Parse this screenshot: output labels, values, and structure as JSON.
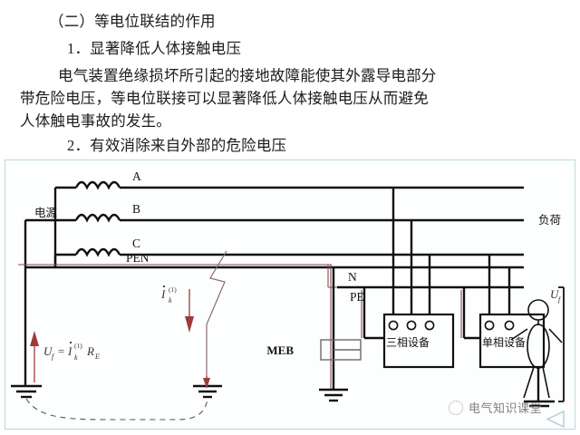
{
  "document": {
    "section_heading": "（二）等电位联结的作用",
    "point_1_heading": "1．显著降低人体接触电压",
    "body_lines": [
      "电气装置绝缘损坏所引起的接地故障能使其外露导电部分",
      "带危险电压，等电位联接可以显著降低人体接触电压从而避免",
      "人体触电事故的发生。"
    ],
    "point_2_heading": "2．有效消除来自外部的危险电压"
  },
  "diagram": {
    "source_label": "电源",
    "phase_labels": [
      "A",
      "B",
      "C"
    ],
    "pen_label": "PEN",
    "n_label": "N",
    "pe_label": "PE",
    "load_label": "负荷",
    "meb_label": "MEB",
    "three_phase_equipment": "三相设备",
    "single_phase_equipment": "单相设备",
    "touch_voltage_label": "U",
    "touch_voltage_sub": "f",
    "fault_current_label": "I",
    "fault_current_sub": "k",
    "fault_current_sup": "(1)",
    "formula": {
      "u": "U",
      "u_sub": "f",
      "equals": "=",
      "i": "I",
      "i_sub": "k",
      "i_sup": "(1)",
      "r": "R",
      "r_sub": "E"
    },
    "colors": {
      "frame": "#bcd9d9",
      "wire": "#111111",
      "pe_wire": "#8c4a52",
      "arrow": "#9d3b3b"
    }
  },
  "watermark": {
    "text": "电气知识课堂",
    "logo_icon": "circle-dotted-icon"
  }
}
